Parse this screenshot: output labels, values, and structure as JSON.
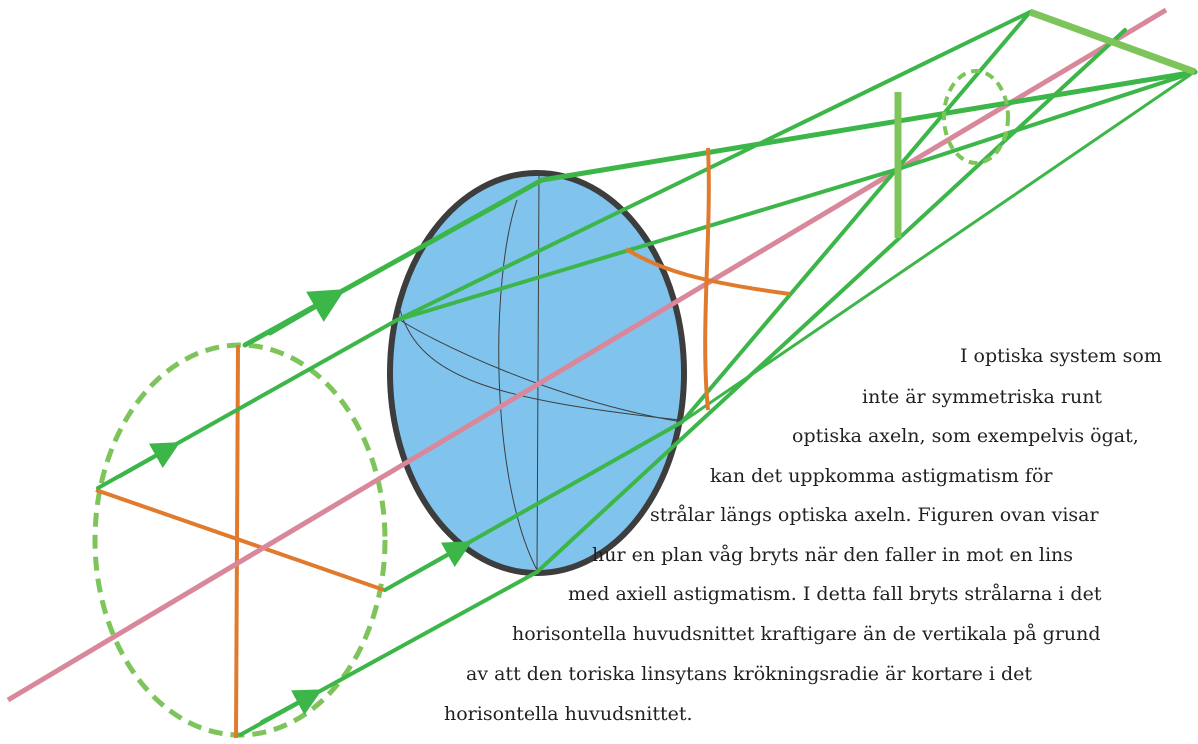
{
  "caption": {
    "lines": [
      "I optiska system som",
      "inte är symmetriska runt",
      "optiska axeln, som exempelvis ögat,",
      "kan det uppkomma astigmatism för",
      "strålar längs optiska axeln. Figuren ovan visar",
      "hur en plan våg bryts när den faller in mot en lins",
      "med axiell astigmatism. I detta fall bryts strålarna i det",
      "horisontella huvudsnittet kraftigare än de vertikala på grund",
      "av att den toriska linsytans krökningsradie är kortare i det",
      "horisontella huvudsnittet."
    ]
  },
  "colors": {
    "optical_axis": "#d9879a",
    "ray": "#3db649",
    "ray_light": "#7dc45a",
    "wavefront": "#e07b2e",
    "lens_fill": "#80c4ee",
    "lens_stroke": "#3d3d3d",
    "text": "#231f20"
  }
}
